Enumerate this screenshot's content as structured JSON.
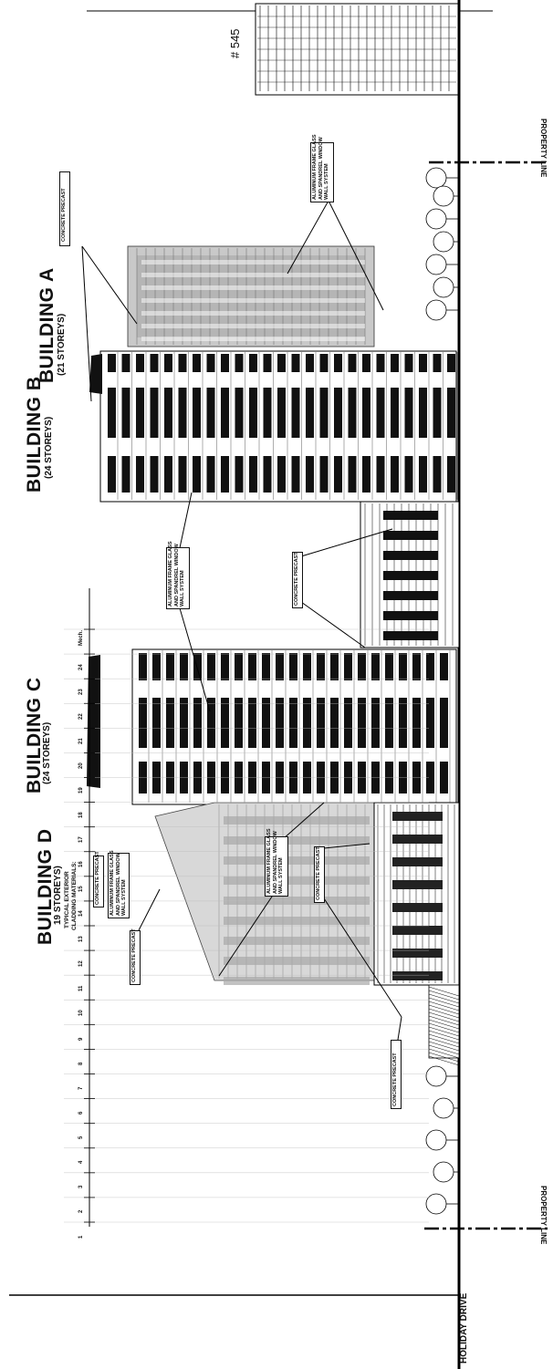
{
  "buildings": {
    "a": {
      "name": "BUILDING A",
      "storeys": "(21 STOREYS)"
    },
    "b": {
      "name": "BUILDING B",
      "storeys": "(24 STOREYS)"
    },
    "c": {
      "name": "BUILDING C",
      "storeys": "(24 STOREYS)"
    },
    "d": {
      "name": "BUILDING D",
      "storeys": "19 STOREYS)"
    }
  },
  "legend": {
    "title": "TYPICAL EXTERIOR",
    "subtitle": "CLADDING MATERIALS:",
    "item1": "CONCRETE PRECAST",
    "item2": "ALUMINUM FRAME GLASS\nAND SPANDREL WINDOW\nWALL SYSTEM"
  },
  "callouts": {
    "precast_top": "CONCRETE PRECAST",
    "glass_a": "ALUMINUM FRAME GLASS\nAND SPANDREL WINDOW\nWALL SYSTEM",
    "glass_bc": "ALUMINUM FRAME GLASS\nAND SPANDREL WINDOW\nWALL SYSTEM",
    "precast_mid": "CONCRETE PRECAST",
    "glass_d": "ALUMINUM FRAME GLASS\nAND SPANDREL WINDOW\nWALL SYSTEM",
    "precast_d_low": "CONCRETE PRECAST",
    "precast_d_left": "CONCRETE PRECAST",
    "precast_bottom": "CONCRETE PRECAST"
  },
  "labels": {
    "address": "# 545",
    "property_line_top": "PROPERTY LINE",
    "property_line_bottom": "PROPERTY LINE",
    "street": "HOLIDAY DRIVE"
  },
  "floors": [
    "1",
    "2",
    "3",
    "4",
    "5",
    "6",
    "7",
    "8",
    "9",
    "10",
    "11",
    "12",
    "13",
    "14",
    "15",
    "16",
    "17",
    "18",
    "19",
    "20",
    "21",
    "22",
    "23",
    "24",
    "Mech."
  ],
  "colors": {
    "ink": "#111111",
    "grey": "#9a9a9a",
    "dark": "#1a1a1a",
    "paper": "#ffffff"
  }
}
